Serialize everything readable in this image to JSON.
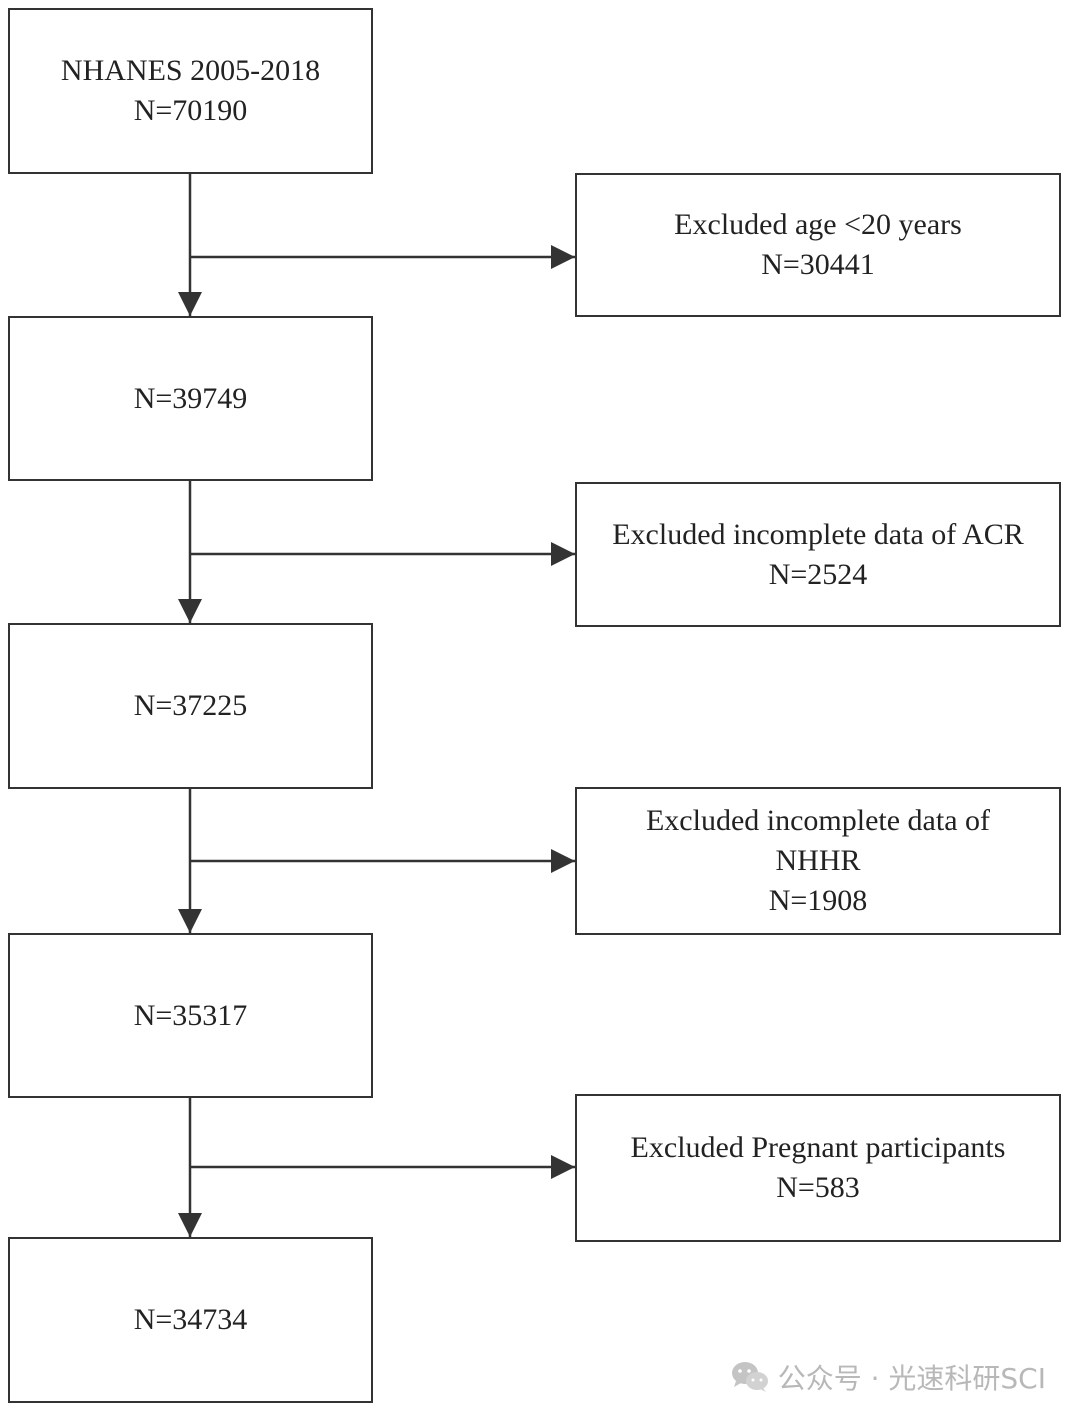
{
  "colors": {
    "line": "#333333",
    "border": "#333333",
    "text": "#222222",
    "watermark": "#b8b8b8"
  },
  "main_boxes": [
    {
      "line1": "NHANES 2005-2018",
      "line2": "N=70190"
    },
    {
      "line1": "N=39749"
    },
    {
      "line1": "N=37225"
    },
    {
      "line1": "N=35317"
    },
    {
      "line1": "N=34734"
    }
  ],
  "exclusion_boxes": [
    {
      "line1": "Excluded age <20 years",
      "line2": "N=30441"
    },
    {
      "line1": "Excluded incomplete data of ACR",
      "line2": "N=2524"
    },
    {
      "line1": "Excluded incomplete data of",
      "line2": "NHHR",
      "line3": "N=1908"
    },
    {
      "line1": "Excluded Pregnant participants",
      "line2": "N=583"
    }
  ],
  "watermark": {
    "icon": "wechat-icon",
    "text": "公众号 · 光速科研SCI"
  }
}
